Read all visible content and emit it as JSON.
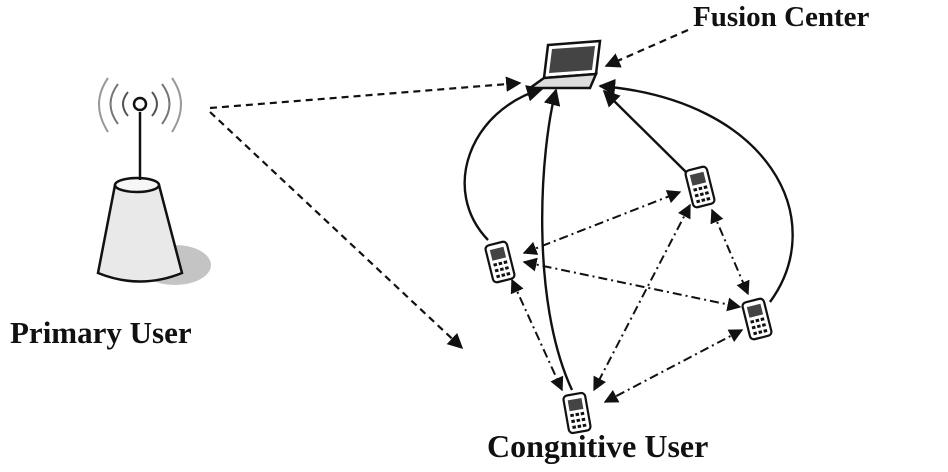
{
  "labels": {
    "fusion_center": "Fusion Center",
    "primary_user": "Primary User",
    "cognitive_user": "Congnitive User"
  },
  "nodes": {
    "primary_user": {
      "icon": "cell-tower-icon"
    },
    "fusion_center": {
      "icon": "laptop-icon"
    },
    "cognitive_users": [
      {
        "id": "cu-left",
        "icon": "mobile-phone-icon"
      },
      {
        "id": "cu-top-right",
        "icon": "mobile-phone-icon"
      },
      {
        "id": "cu-right",
        "icon": "mobile-phone-icon"
      },
      {
        "id": "cu-bottom",
        "icon": "mobile-phone-icon"
      }
    ]
  },
  "colors": {
    "ink": "#111111",
    "tower_fill": "#e6e6e6",
    "shadow": "#bfbfbf"
  }
}
